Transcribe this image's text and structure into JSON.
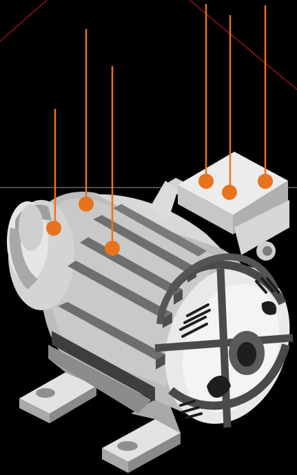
{
  "diagram": {
    "subject": "electric-motor-isometric",
    "colors": {
      "background": "#000000",
      "callout": "#e8731e",
      "guide_line_red": "#b01a1a",
      "guide_line_gray": "#9a9a9a",
      "body_light": "#d9d9d9",
      "body_mid": "#bdbdbd",
      "body_dark": "#8c8c8c",
      "fins": "#6e6e6e",
      "guard": "#4a4a4a",
      "terminal_box": "#ececec",
      "dark_detail": "#1e1e1e"
    },
    "callouts": [
      {
        "id": "1",
        "target": "end-cap"
      },
      {
        "id": "2",
        "target": "housing-top"
      },
      {
        "id": "3",
        "target": "cooling-fins"
      },
      {
        "id": "4",
        "target": "terminal-box-left"
      },
      {
        "id": "5",
        "target": "terminal-box-center"
      },
      {
        "id": "6",
        "target": "terminal-box-right"
      }
    ]
  }
}
